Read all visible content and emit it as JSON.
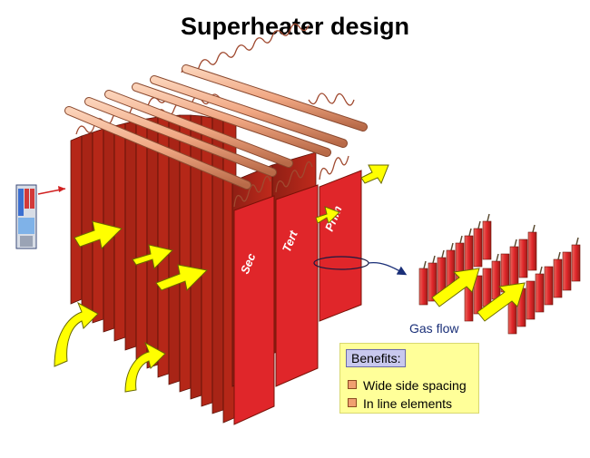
{
  "title": "Superheater design",
  "sections": {
    "secondary": "Sec",
    "tertiary": "Tert",
    "primary": "Prim"
  },
  "gas_flow_label": "Gas flow",
  "benefits": {
    "header": "Benefits:",
    "items": [
      "Wide side spacing",
      "In line elements"
    ]
  },
  "colors": {
    "panel_red": "#e0262a",
    "panel_dark": "#9e2418",
    "header_pipe": "#f0a783",
    "arrow_yellow": "#ffff00",
    "benefits_bg": "#ffff99",
    "gas_flow_text": "#1a2f78"
  }
}
